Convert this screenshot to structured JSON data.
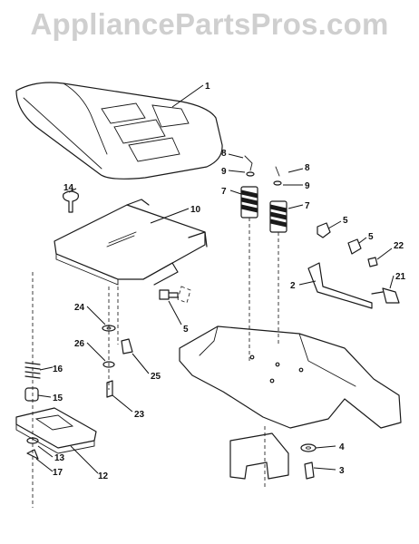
{
  "watermark": "AppliancePartsPros.com",
  "callouts": [
    {
      "id": "c1",
      "text": "1"
    },
    {
      "id": "c2",
      "text": "2"
    },
    {
      "id": "c3",
      "text": "3"
    },
    {
      "id": "c4",
      "text": "4"
    },
    {
      "id": "c5a",
      "text": "5"
    },
    {
      "id": "c5b",
      "text": "5"
    },
    {
      "id": "c5c",
      "text": "5"
    },
    {
      "id": "c7a",
      "text": "7"
    },
    {
      "id": "c7b",
      "text": "7"
    },
    {
      "id": "c8a",
      "text": "8"
    },
    {
      "id": "c8b",
      "text": "8"
    },
    {
      "id": "c9a",
      "text": "9"
    },
    {
      "id": "c9b",
      "text": "9"
    },
    {
      "id": "c10",
      "text": "10"
    },
    {
      "id": "c12",
      "text": "12"
    },
    {
      "id": "c13",
      "text": "13"
    },
    {
      "id": "c14",
      "text": "14"
    },
    {
      "id": "c15",
      "text": "15"
    },
    {
      "id": "c16",
      "text": "16"
    },
    {
      "id": "c17",
      "text": "17"
    },
    {
      "id": "c21",
      "text": "21"
    },
    {
      "id": "c22",
      "text": "22"
    },
    {
      "id": "c23",
      "text": "23"
    },
    {
      "id": "c24",
      "text": "24"
    },
    {
      "id": "c25",
      "text": "25"
    },
    {
      "id": "c26",
      "text": "26"
    }
  ]
}
